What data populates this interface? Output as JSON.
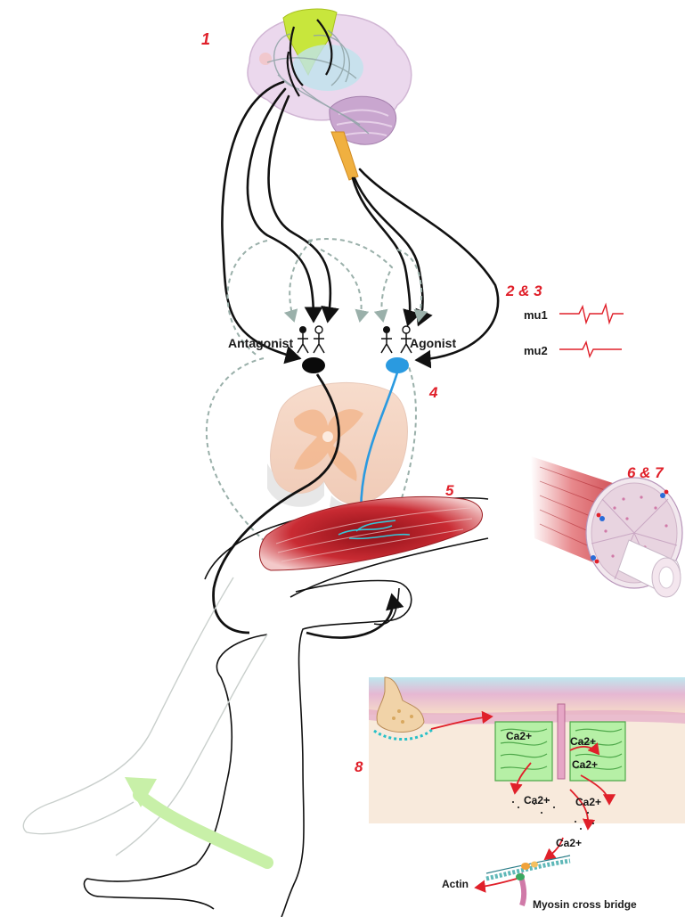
{
  "step_numbers": {
    "s1": "1",
    "s2_3": "2 & 3",
    "s4": "4",
    "s5": "5",
    "s6_7": "6 & 7",
    "s8": "8"
  },
  "neuron_labels": {
    "antagonist": "Antagonist",
    "agonist": "Agonist"
  },
  "motor_units": {
    "mu1": "mu1",
    "mu2": "mu2"
  },
  "calcium_labels": [
    "Ca2+",
    "Ca2+",
    "Ca2+",
    "Ca2+",
    "Ca2+",
    "Ca2+"
  ],
  "filament_labels": {
    "actin": "Actin",
    "myosin": "Myosin cross bridge"
  },
  "colors": {
    "accent_red": "#e0202a",
    "brain_lobe": "#e6cde8",
    "motor_cortex": "#c8e63c",
    "basal_ganglia": "#bfe3ec",
    "brainstem": "#f0b040",
    "agonist_neuron": "#2a9ae0",
    "antagonist_neuron": "#0a0a0a",
    "muscle": "#c0242c",
    "sarcoplasmic_reticulum": "#b6f0a6",
    "movement_arrow": "#c8f0a8"
  }
}
